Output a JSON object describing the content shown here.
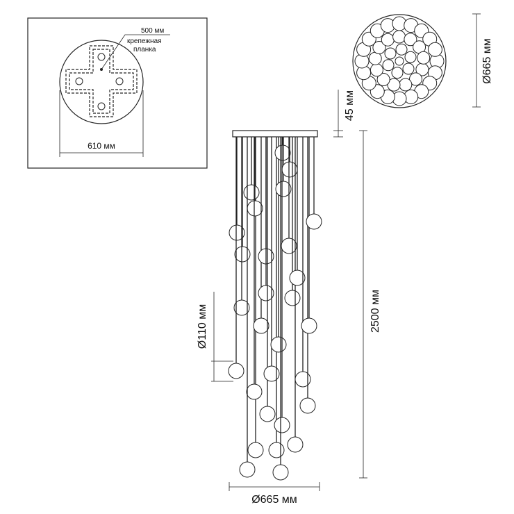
{
  "inset": {
    "bar_label": "500 мм",
    "bar_name_line1": "крепежная",
    "bar_name_line2": "планка",
    "width_label": "610 мм"
  },
  "top_view": {
    "diameter_label": "Ø665 мм"
  },
  "side_view": {
    "canopy_height_label": "45 мм",
    "total_height_label": "2500 мм",
    "shade_diameter_label": "Ø110 мм",
    "width_label": "Ø665 мм"
  },
  "colors": {
    "line": "#222222",
    "background": "#ffffff"
  }
}
